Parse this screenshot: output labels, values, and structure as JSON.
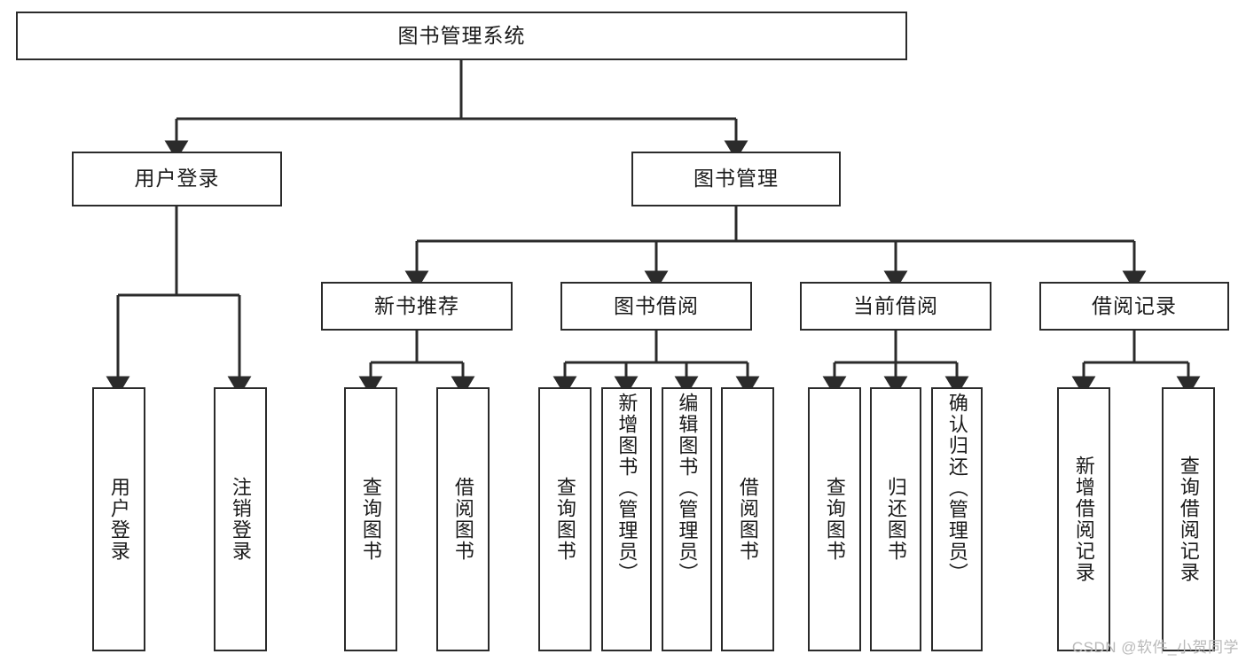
{
  "diagram": {
    "title": "图书管理系统",
    "type": "tree-hierarchy-chart",
    "root": {
      "id": "root",
      "label": "图书管理系统"
    },
    "level2": [
      {
        "id": "user-login",
        "label": "用户登录"
      },
      {
        "id": "book-manage",
        "label": "图书管理"
      }
    ],
    "level3": [
      {
        "id": "new-book-recommend",
        "label": "新书推荐"
      },
      {
        "id": "book-borrow",
        "label": "图书借阅"
      },
      {
        "id": "current-borrow",
        "label": "当前借阅"
      },
      {
        "id": "borrow-record",
        "label": "借阅记录"
      }
    ],
    "leaves": {
      "user_login": [
        {
          "id": "leaf-user-login",
          "label": "用户登录"
        },
        {
          "id": "leaf-user-logout",
          "label": "注销登录"
        }
      ],
      "new_book_recommend": [
        {
          "id": "leaf-query-book-1",
          "label": "查询图书"
        },
        {
          "id": "leaf-borrow-book-1",
          "label": "借阅图书"
        }
      ],
      "book_borrow": [
        {
          "id": "leaf-query-book-2",
          "label": "查询图书"
        },
        {
          "id": "leaf-add-book",
          "label": "新增图书（管理员）"
        },
        {
          "id": "leaf-edit-book",
          "label": "编辑图书（管理员）"
        },
        {
          "id": "leaf-borrow-book-2",
          "label": "借阅图书"
        }
      ],
      "current_borrow": [
        {
          "id": "leaf-query-book-3",
          "label": "查询图书"
        },
        {
          "id": "leaf-return-book",
          "label": "归还图书"
        },
        {
          "id": "leaf-confirm-return",
          "label": "确认归还（管理员）"
        }
      ],
      "borrow_record": [
        {
          "id": "leaf-add-record",
          "label": "新增借阅记录"
        },
        {
          "id": "leaf-query-record",
          "label": "查询借阅记录"
        }
      ]
    }
  },
  "watermark": {
    "text": "CSDN @软件_小贺同学"
  },
  "colors": {
    "background": "#ffffff",
    "box_border": "#2b2b2b",
    "box_fill": "#ffffff",
    "text": "#1a1a1a",
    "connector": "#2b2b2b",
    "watermark": "#b9b9b9"
  }
}
